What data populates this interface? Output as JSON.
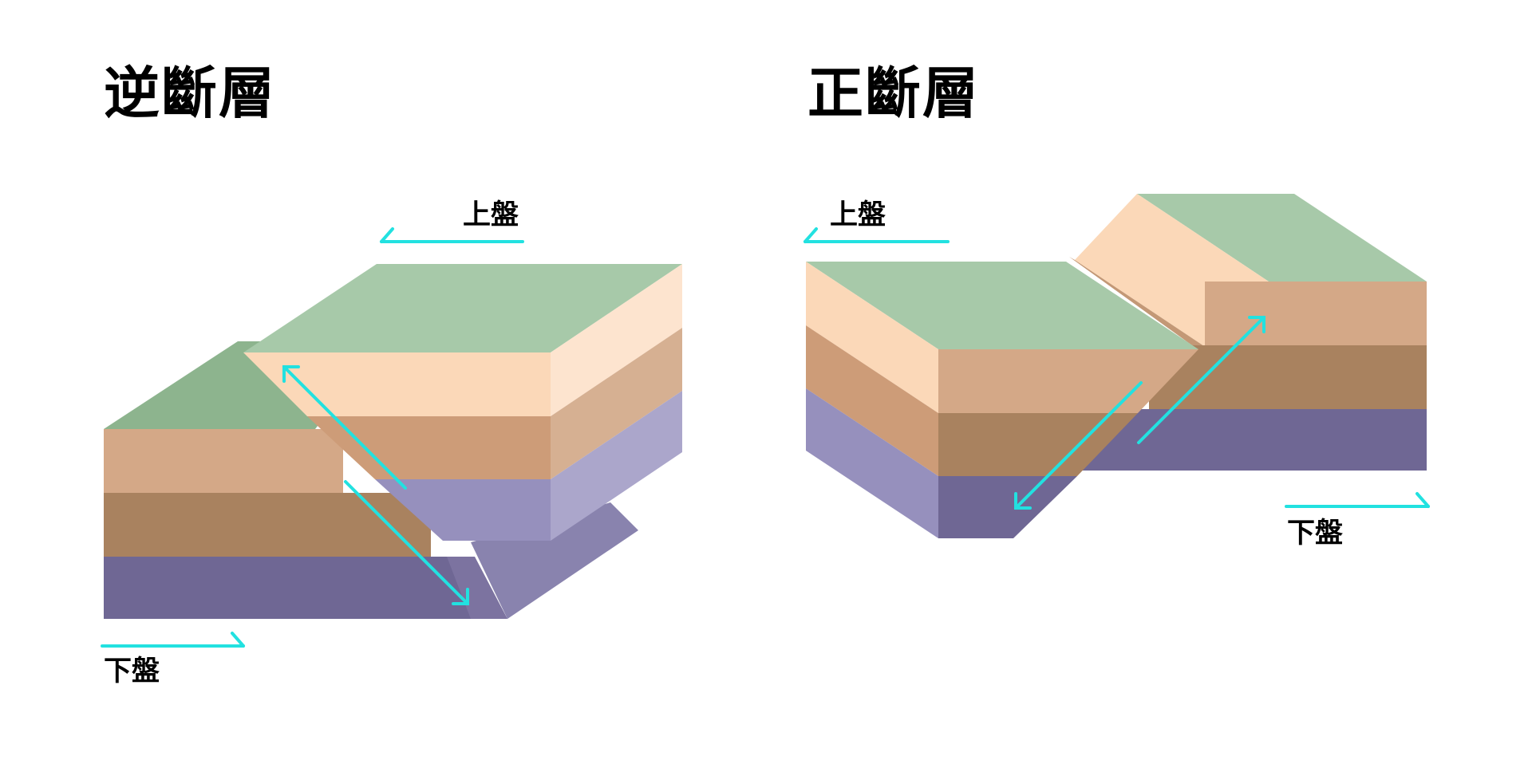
{
  "reverse_fault": {
    "title": "逆斷層",
    "hanging_wall_label": "上盤",
    "footwall_label": "下盤"
  },
  "normal_fault": {
    "title": "正斷層",
    "hanging_wall_label": "上盤",
    "footwall_label": "下盤"
  },
  "colors": {
    "surface_top": "#a7c9a9",
    "surface_top_dark": "#8db48e",
    "layer_light_sand": "#fbd8b8",
    "layer_sand": "#d4a887",
    "layer_brown": "#a9825f",
    "layer_purple": "#6f6794",
    "layer_purple_light": "#9690bd",
    "arrow": "#22e1e0"
  }
}
